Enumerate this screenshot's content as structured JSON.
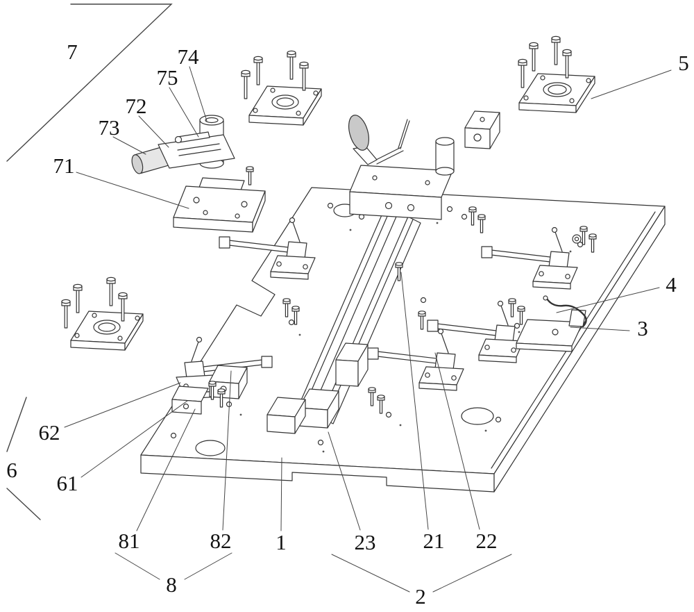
{
  "figure": {
    "kind": "patent-exploded-assembly-drawing",
    "background": "#ffffff",
    "line_color": "#333333",
    "leader_color": "#444444",
    "label_color": "#111111"
  },
  "labels": {
    "l7": "7",
    "l74": "74",
    "l75": "75",
    "l72": "72",
    "l73": "73",
    "l71": "71",
    "l5": "5",
    "l4": "4",
    "l3": "3",
    "l62": "62",
    "l6": "6",
    "l61": "61",
    "l81": "81",
    "l82": "82",
    "l1": "1",
    "l23": "23",
    "l21": "21",
    "l22": "22",
    "l8": "8",
    "l2": "2"
  }
}
